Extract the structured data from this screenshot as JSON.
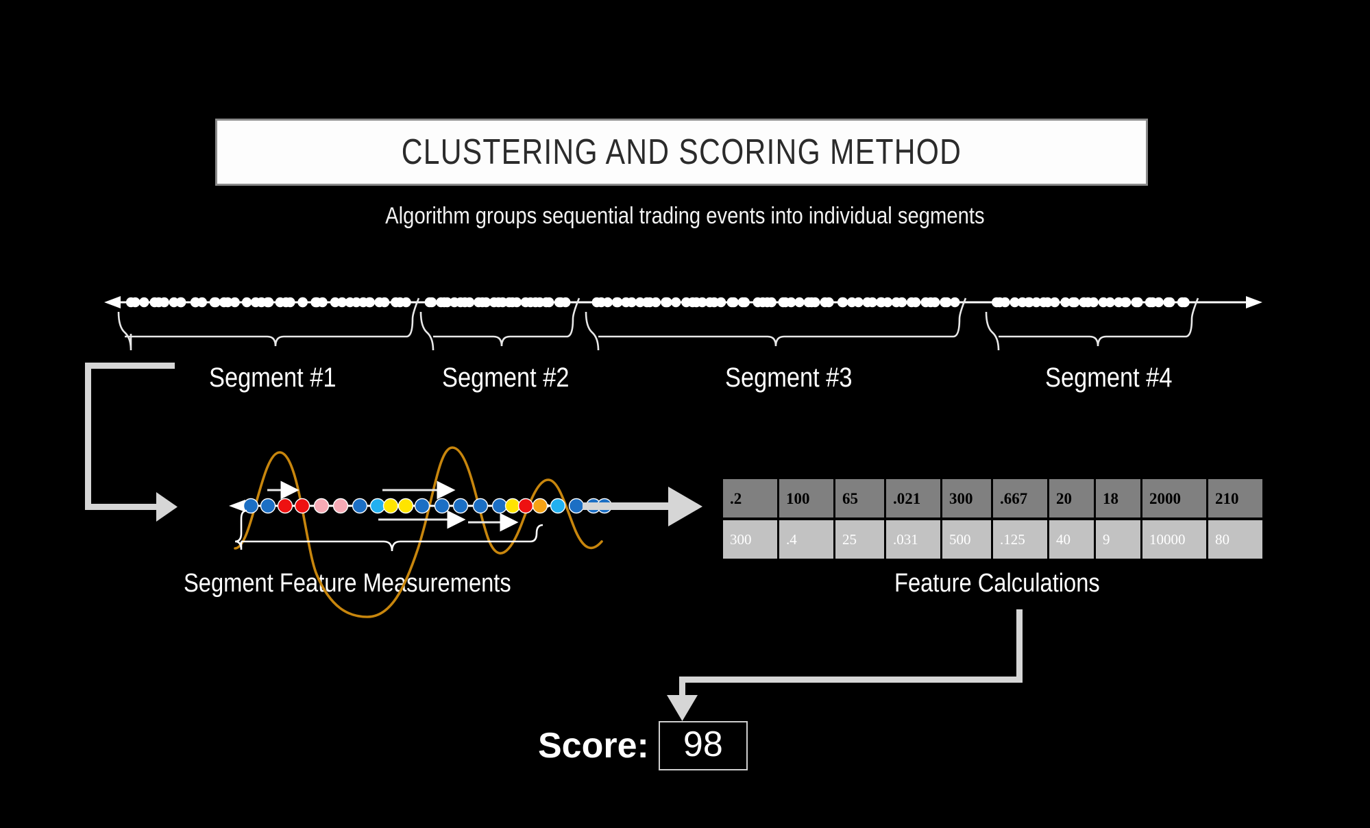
{
  "title": "CLUSTERING AND SCORING METHOD",
  "subtitle": "Algorithm groups sequential trading events into individual segments",
  "timeline": {
    "segments": [
      {
        "label": "Segment #1"
      },
      {
        "label": "Segment #2"
      },
      {
        "label": "Segment #3"
      },
      {
        "label": "Segment #4"
      }
    ]
  },
  "feature_panel": {
    "caption": "Segment Feature Measurements"
  },
  "table_panel": {
    "caption": "Feature Calculations"
  },
  "chart_data": {
    "type": "table",
    "title": "Feature Calculations",
    "rows": [
      {
        "style": "header",
        "values": [
          ".2",
          "100",
          "65",
          ".021",
          "300",
          ".667",
          "20",
          "18",
          "2000",
          "210"
        ]
      },
      {
        "style": "body",
        "values": [
          "300",
          ".4",
          "25",
          ".031",
          "500",
          ".125",
          "40",
          "9",
          "10000",
          "80"
        ]
      }
    ],
    "header_bg": "#808080",
    "body_bg": "#c2c2c2",
    "header_text": "#000000",
    "body_text": "#ffffff"
  },
  "score": {
    "label": "Score:",
    "value": "98"
  },
  "colors": {
    "background": "#000000",
    "accent_curve": "#c8860d",
    "arrow": "#d6d6d6",
    "dot_white": "#ffffff",
    "dot_blue": "#1c6fc4",
    "dot_lightblue": "#22b0f0",
    "dot_red": "#ee1111",
    "dot_pink": "#f6aab5",
    "dot_yellow": "#ffe400",
    "dot_orange": "#f5a216"
  },
  "icons": {
    "arrow_right": "arrow-right-icon",
    "arrow_down": "arrow-down-icon",
    "elbow_arrow": "elbow-arrow-icon",
    "bracket": "curly-bracket-icon"
  }
}
